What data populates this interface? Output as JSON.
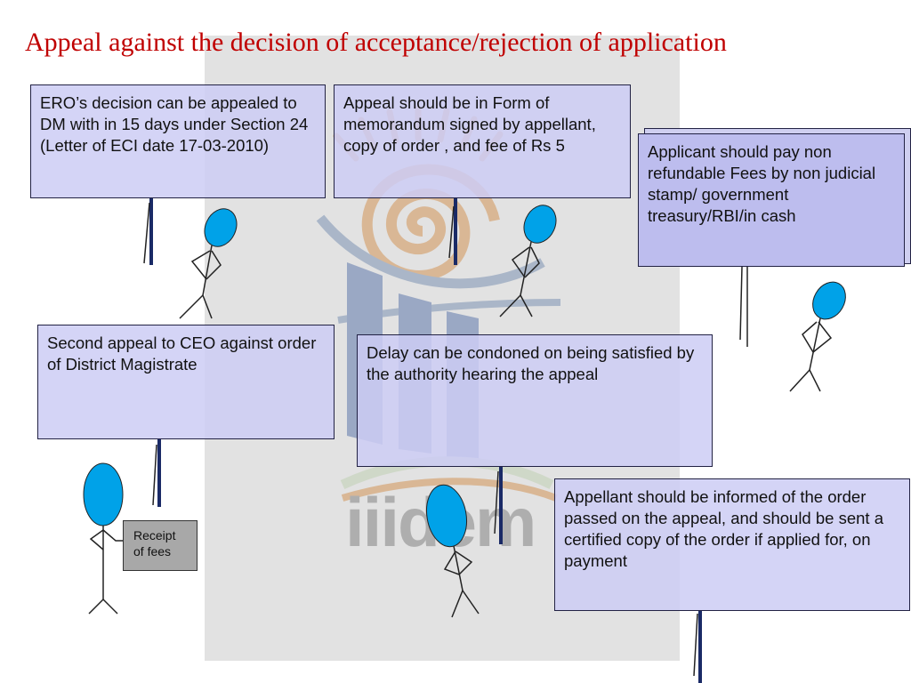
{
  "slide": {
    "title": "Appeal against the decision of acceptance/rejection of application",
    "colors": {
      "title": "#c00000",
      "note_fill": "#cdcdf5",
      "figure_head": "#00a2e8",
      "pole": "#1a2a66",
      "receipt_fill": "#a8a8a8"
    }
  },
  "notes": [
    {
      "text": "ERO’s decision can be appealed to DM with in 15 days under Section 24\n(Letter of ECI date 17-03-2010)"
    },
    {
      "text": "Appeal should be in Form of memorandum signed by appellant, copy of order , and fee of Rs 5"
    },
    {
      "text": "Applicant should pay non refundable Fees  by non judicial stamp/ government treasury/RBI/in cash"
    },
    {
      "text": "Second appeal to CEO against order of District Magistrate"
    },
    {
      "text": "Delay can be condoned  on being satisfied by the authority hearing the appeal"
    },
    {
      "text": "Appellant should be informed of the order passed on the appeal, and should be sent a certified copy of the order if applied for, on payment"
    }
  ],
  "receipt": {
    "text": "Receipt\nof fees"
  },
  "watermark": {
    "text": "iiidem"
  },
  "icons": [
    "logo-watermark",
    "stick-figure-icon",
    "placard-pole"
  ]
}
